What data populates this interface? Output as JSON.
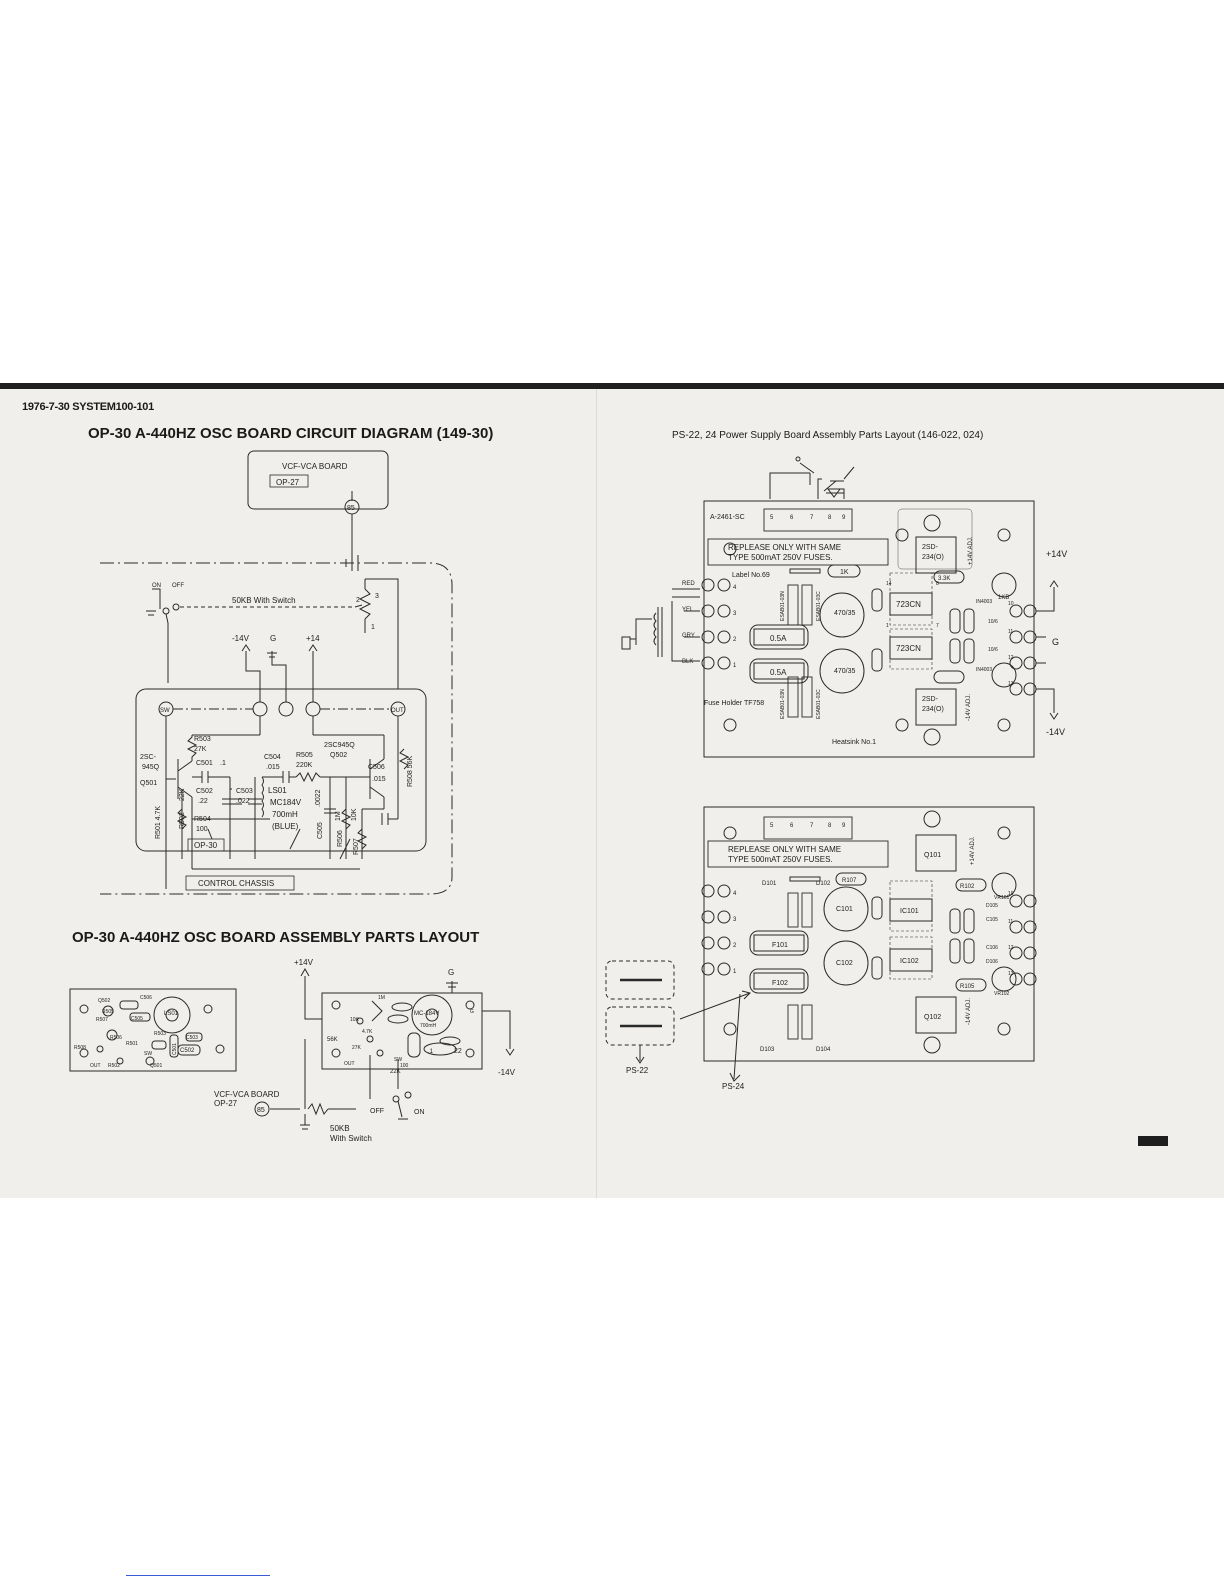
{
  "page": {
    "header": "1976-7-30 SYSTEM100-101",
    "title_circuit": "OP-30 A-440HZ OSC BOARD CIRCUIT DIAGRAM (149-30)",
    "title_layout": "OP-30 A-440HZ OSC BOARD ASSEMBLY PARTS LAYOUT",
    "title_power": "PS-22, 24 Power Supply Board Assembly Parts Layout (146-022, 024)"
  },
  "circuit": {
    "vcf_board": "VCF-VCA BOARD",
    "op27": "OP-27",
    "terminal_85": "85",
    "on": "ON",
    "off": "OFF",
    "switch": "50KB With Switch",
    "pot_pins": [
      "1",
      "2",
      "3"
    ],
    "rail_neg": "-14V",
    "rail_g": "G",
    "rail_pos": "+14",
    "term_sw": "SW",
    "term_out": "OUT",
    "q501": [
      "2SC-",
      "945Q",
      "Q501"
    ],
    "q502": [
      "2SC945Q",
      "Q502"
    ],
    "r503": [
      "R503",
      "27K"
    ],
    "c501": [
      "C501",
      ".1"
    ],
    "c502": [
      "C502",
      ".22"
    ],
    "c503": [
      "C503",
      ".022"
    ],
    "r504": [
      "R504",
      "100"
    ],
    "r502": [
      "22K",
      "R502"
    ],
    "r501": [
      "R501 4.7K"
    ],
    "c504": [
      "C504",
      ".015"
    ],
    "r505": [
      "R505",
      "220K"
    ],
    "ls501": [
      "LS01",
      "MC184V",
      "700mH",
      "(BLUE)"
    ],
    "c505": [
      "C505",
      ".0022"
    ],
    "r506": [
      "R506",
      "1M"
    ],
    "r507": [
      "R507",
      "10K"
    ],
    "c506": [
      "C506",
      ".015"
    ],
    "r508": [
      "R508 56K"
    ],
    "op30": "OP-30",
    "chassis": "CONTROL CHASSIS"
  },
  "layout": {
    "plus14": "+14V",
    "g": "G",
    "minus14": "-14V",
    "vcf": "VCF-VCA BOARD",
    "op27": "OP-27",
    "terminal_85": "85",
    "off": "OFF",
    "on": "ON",
    "pot": "50KB",
    "pot2": "With Switch",
    "b1_parts": [
      "Q502",
      "C506",
      "LS01",
      "C505",
      "R505",
      "R507",
      "R508",
      "R503",
      "R501",
      "Q501",
      "C501",
      "C502",
      "C503",
      "SW",
      "OUT",
      "R502",
      "R506"
    ],
    "b2_parts": [
      "MC-184V",
      "700mH",
      "1M",
      "10K",
      "56K",
      "4.7K",
      "27K",
      "22K",
      ".22",
      ".1",
      "SW",
      "OUT",
      "G",
      "100"
    ]
  },
  "ps22": {
    "part_no": "A-2461-SC",
    "pins": [
      "5",
      "6",
      "7",
      "8",
      "9"
    ],
    "warn1": "REPLEASE ONLY WITH SAME",
    "warn2": "TYPE 500mAT 250V FUSES.",
    "label": "Label No.69",
    "wires": [
      "RED",
      "YEL",
      "GRY",
      "BLK"
    ],
    "conn_nums": [
      "4",
      "3",
      "2",
      "1"
    ],
    "fuse1": "0.5A",
    "fuse2": "0.5A",
    "fuse_holder": "Fuse Holder TF758",
    "cap1": "470/35",
    "cap2": "470/35",
    "esa": [
      "ESAB01-03N",
      "ESAB01-03C",
      "ESAB01-03N",
      "ESAB01-03C"
    ],
    "r1k": "1K",
    "ic1": "723CN",
    "ic2": "723CN",
    "q1": [
      "2SD-",
      "234(O)"
    ],
    "q2": [
      "2SD-",
      "234(O)"
    ],
    "r33": "3.3K",
    "adj_pos": "+14V ADJ.",
    "adj_neg": "-14V ADJ.",
    "pot": "1KB",
    "out_pos": "+14V",
    "out_neg": "-14V",
    "g": "G",
    "diodes": [
      "IN4003",
      "IN4003"
    ],
    "caps": [
      "10/6",
      "10/6"
    ],
    "right_nums": [
      "10",
      "11",
      "12",
      "13"
    ],
    "heatsink": "Heatsink No.1",
    "ic_pins": [
      "14",
      "8",
      "7",
      "1"
    ]
  },
  "ps24": {
    "pins": [
      "5",
      "6",
      "7",
      "8",
      "9"
    ],
    "warn1": "REPLEASE ONLY WITH SAME",
    "warn2": "TYPE 500mAT 250V FUSES.",
    "d101": "D101",
    "d102": "D102",
    "d103": "D103",
    "d104": "D104",
    "r107": "R107",
    "ic101": "IC101",
    "ic102": "IC102",
    "c101": "C101",
    "c102": "C102",
    "f101": "F101",
    "f102": "F102",
    "q101": "Q101",
    "q102": "Q102",
    "r102": "R102",
    "r105": "R105",
    "d105": "D105",
    "d106": "D106",
    "c105": "C105",
    "c106": "C106",
    "adj_pos": "+14V ADJ.",
    "adj_neg": "-14V ADJ.",
    "vr101": "VR101",
    "vr102": "VR102",
    "conn_nums": [
      "4",
      "3",
      "2",
      "1"
    ],
    "right_nums": [
      "10",
      "11",
      "12",
      "13"
    ],
    "ps22_label": "PS-22",
    "ps24_label": "PS-24"
  }
}
